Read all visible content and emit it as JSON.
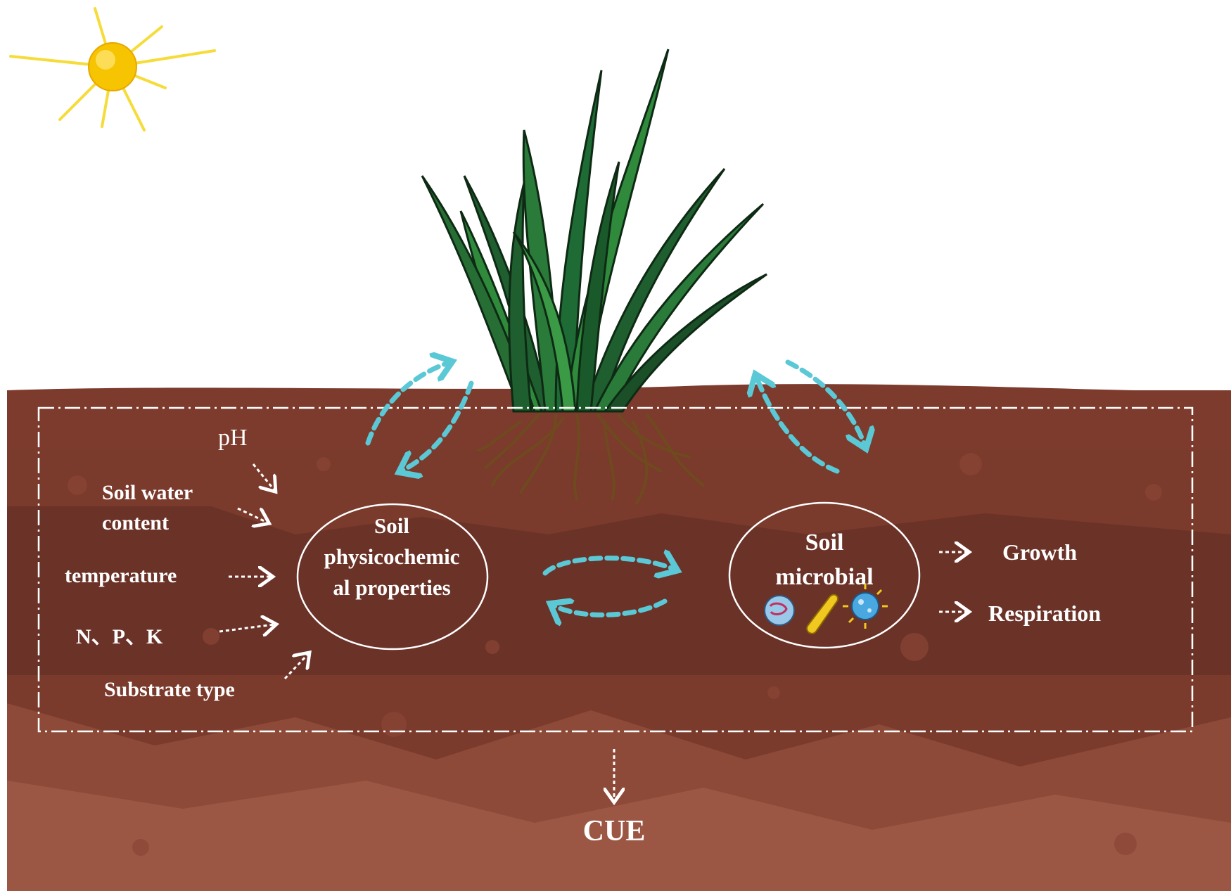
{
  "labels": {
    "ph": "pH",
    "soil_water_line1": "Soil water",
    "soil_water_line2": "content",
    "temperature": "temperature",
    "npk": "N、P、K",
    "substrate_type": "Substrate type",
    "physchem_line1": "Soil",
    "physchem_line2": "physicochemic",
    "physchem_line3": "al properties",
    "microbial_line1": "Soil",
    "microbial_line2": "microbial",
    "growth": "Growth",
    "respiration": "Respiration",
    "cue": "CUE"
  },
  "colors": {
    "sky": "#ffffff",
    "soil_top": "#7a3a2c",
    "soil_mid": "#6b3228",
    "soil_band": "#8a4a3a",
    "soil_bottom": "#9a5542",
    "cyan_arrow": "#5bc8d6",
    "sun": "#f6c400",
    "grass_dark": "#1f5e2e",
    "grass_light": "#2f8a3c",
    "roots": "#6e4a1e"
  },
  "icons": [
    "sun-icon",
    "grass-icon",
    "roots-icon",
    "microbe-icon",
    "bacterium-icon",
    "virus-icon"
  ]
}
